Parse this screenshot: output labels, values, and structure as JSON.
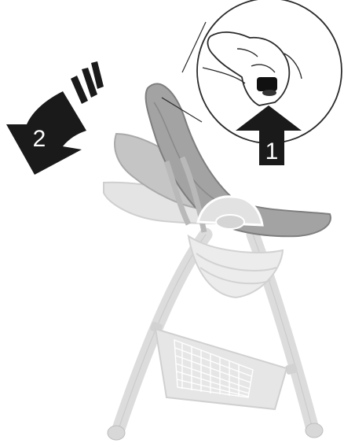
{
  "figure": {
    "steps": [
      {
        "number": "1",
        "action": "press-release-lever",
        "icon": "up-arrow-icon"
      },
      {
        "number": "2",
        "action": "tilt-seat-back",
        "icon": "curved-arrow-icon"
      }
    ],
    "colors": {
      "arrow": "#1a1a1a",
      "outline": "#2a2a2a",
      "seat_dark": "#9d9d9d",
      "seat_light": "#cfcfcf",
      "frame": "#dcdcdc",
      "basket": "#e2e2e2",
      "zoom_circle_fill": "#ffffff"
    }
  }
}
